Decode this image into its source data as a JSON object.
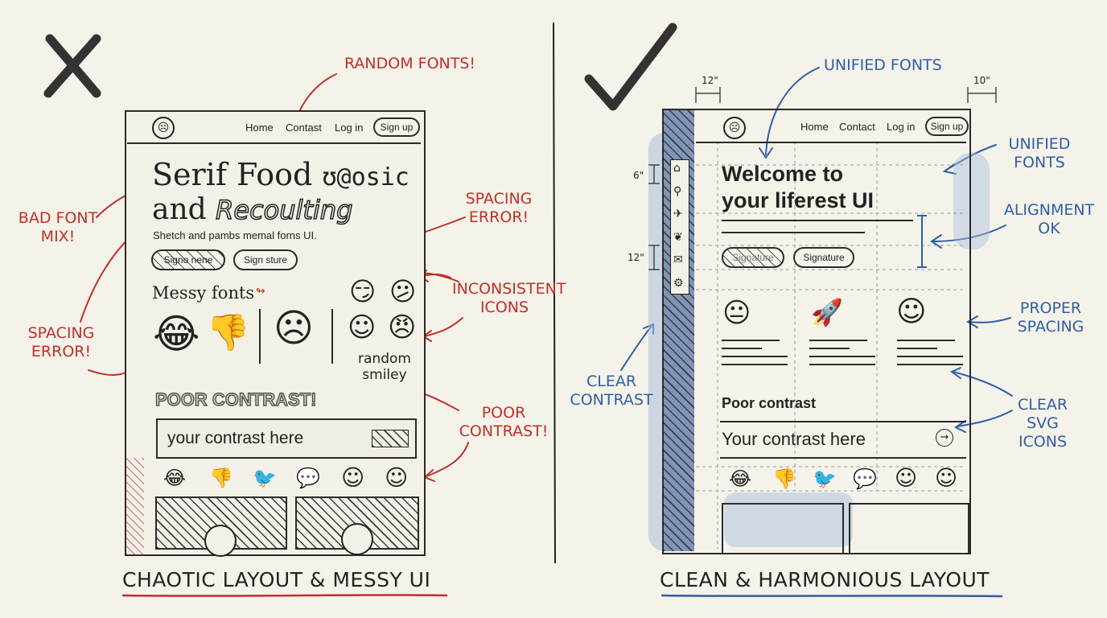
{
  "colors": {
    "red": "#c03027",
    "blue": "#2e5fa6",
    "ink": "#222222",
    "paper": "#f5f2ea",
    "wash": "#a9bfdc"
  },
  "left": {
    "mark_icon": "x-mark-icon",
    "nav": {
      "home": "Home",
      "contact": "Contast",
      "login": "Log in",
      "signup": "Sign up"
    },
    "hero_line1": "Serif Food",
    "hero_line1_extra": "ʊ@osic",
    "hero_line2": "and",
    "hero_line2_extra": "Recoulting",
    "subtitle": "Shetch and pambs memal forns UI.",
    "btn1": "Signo nene",
    "btn2": "Sign sture",
    "section_title": "Messy fonts",
    "random_smiley": "random smiley",
    "poor_contrast_title": "POOR CONTRAST!",
    "input_text": "your contrast here",
    "caption": "CHAOTIC LAYOUT & MESSY UI"
  },
  "right": {
    "mark_icon": "check-mark-icon",
    "nav": {
      "home": "Home",
      "contact": "Contact",
      "login": "Log in",
      "signup": "Sign up"
    },
    "heading_line1": "Welcome to",
    "heading_line2": "your liferest UI",
    "btn1": "Signature",
    "btn2": "Signature",
    "section_title": "Poor contrast",
    "input_text": "Your contrast here",
    "dim_left": "12\"",
    "dim_right": "10\"",
    "dim_v1": "6\"",
    "dim_v2": "12\"",
    "caption": "CLEAN & HARMONIOUS LAYOUT"
  },
  "annotations_red": {
    "random_fonts": "RANDOM FONTS!",
    "bad_font_mix": "BAD FONT MIX!",
    "spacing_error_1": "SPACING ERROR!",
    "inconsistent_icons": "INCONSISTENT ICONS",
    "spacing_error_2": "SPACING ERROR!",
    "poor_contrast": "POOR CONTRAST!"
  },
  "annotations_blue": {
    "unified_fonts_top": "UNIFIED FONTS",
    "unified_fonts_side": "UNIFIED FONTS",
    "alignment_ok": "ALIGNMENT OK",
    "proper_spacing": "PROPER SPACING",
    "clear_contrast": "CLEAR CONTRAST",
    "clear_svg_icons": "CLEAR SVG ICONS"
  }
}
